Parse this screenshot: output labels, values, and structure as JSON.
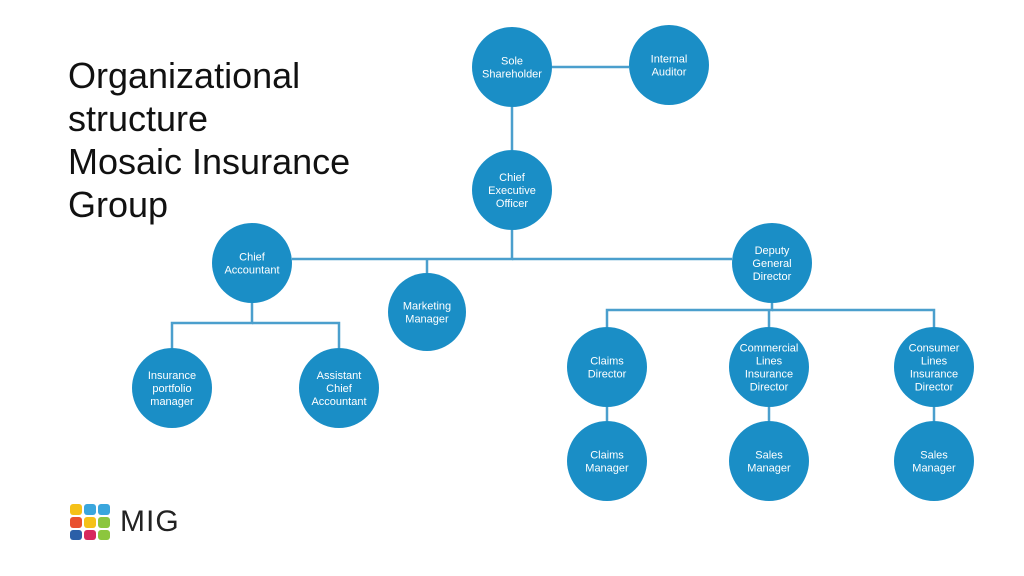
{
  "title": {
    "lines": [
      "Organizational",
      "structure",
      "Mosaic Insurance",
      "Group"
    ]
  },
  "brand": {
    "name": "MIG",
    "colors": [
      "#f5c118",
      "#3aa6dd",
      "#e9502f",
      "#8cc63e",
      "#2b5fa8",
      "#d72a5d"
    ]
  },
  "colors": {
    "node": "#1a8ec6",
    "edge": "#4b9fcd"
  },
  "nodes": [
    {
      "id": "sole-shareholder",
      "label": [
        "Sole",
        "Shareholder"
      ]
    },
    {
      "id": "internal-auditor",
      "label": [
        "Internal",
        "Auditor"
      ]
    },
    {
      "id": "chief-executive-officer",
      "label": [
        "Chief",
        "Executive",
        "Officer"
      ]
    },
    {
      "id": "chief-accountant",
      "label": [
        "Chief",
        "Accountant"
      ]
    },
    {
      "id": "marketing-manager",
      "label": [
        "Marketing",
        "Manager"
      ]
    },
    {
      "id": "deputy-general-director",
      "label": [
        "Deputy",
        "General",
        "Director"
      ]
    },
    {
      "id": "insurance-portfolio-manager",
      "label": [
        "Insurance",
        "portfolio",
        "manager"
      ]
    },
    {
      "id": "assistant-chief-accountant",
      "label": [
        "Assistant",
        "Chief",
        "Accountant"
      ]
    },
    {
      "id": "claims-director",
      "label": [
        "Claims",
        "Director"
      ]
    },
    {
      "id": "commercial-lines-insurance-director",
      "label": [
        "Commercial",
        "Lines",
        "Insurance",
        "Director"
      ]
    },
    {
      "id": "consumer-lines-insurance-director",
      "label": [
        "Consumer",
        "Lines",
        "Insurance",
        "Director"
      ]
    },
    {
      "id": "claims-manager",
      "label": [
        "Claims",
        "Manager"
      ]
    },
    {
      "id": "sales-manager-commercial",
      "label": [
        "Sales",
        "Manager"
      ]
    },
    {
      "id": "sales-manager-consumer",
      "label": [
        "Sales",
        "Manager"
      ]
    }
  ],
  "edges": [
    {
      "from": "sole-shareholder",
      "to": "internal-auditor"
    },
    {
      "from": "sole-shareholder",
      "to": "chief-executive-officer"
    },
    {
      "from": "chief-executive-officer",
      "to": "chief-accountant"
    },
    {
      "from": "chief-executive-officer",
      "to": "marketing-manager"
    },
    {
      "from": "chief-executive-officer",
      "to": "deputy-general-director"
    },
    {
      "from": "chief-accountant",
      "to": "insurance-portfolio-manager"
    },
    {
      "from": "chief-accountant",
      "to": "assistant-chief-accountant"
    },
    {
      "from": "deputy-general-director",
      "to": "claims-director"
    },
    {
      "from": "deputy-general-director",
      "to": "commercial-lines-insurance-director"
    },
    {
      "from": "deputy-general-director",
      "to": "consumer-lines-insurance-director"
    },
    {
      "from": "claims-director",
      "to": "claims-manager"
    },
    {
      "from": "commercial-lines-insurance-director",
      "to": "sales-manager-commercial"
    },
    {
      "from": "consumer-lines-insurance-director",
      "to": "sales-manager-consumer"
    }
  ]
}
